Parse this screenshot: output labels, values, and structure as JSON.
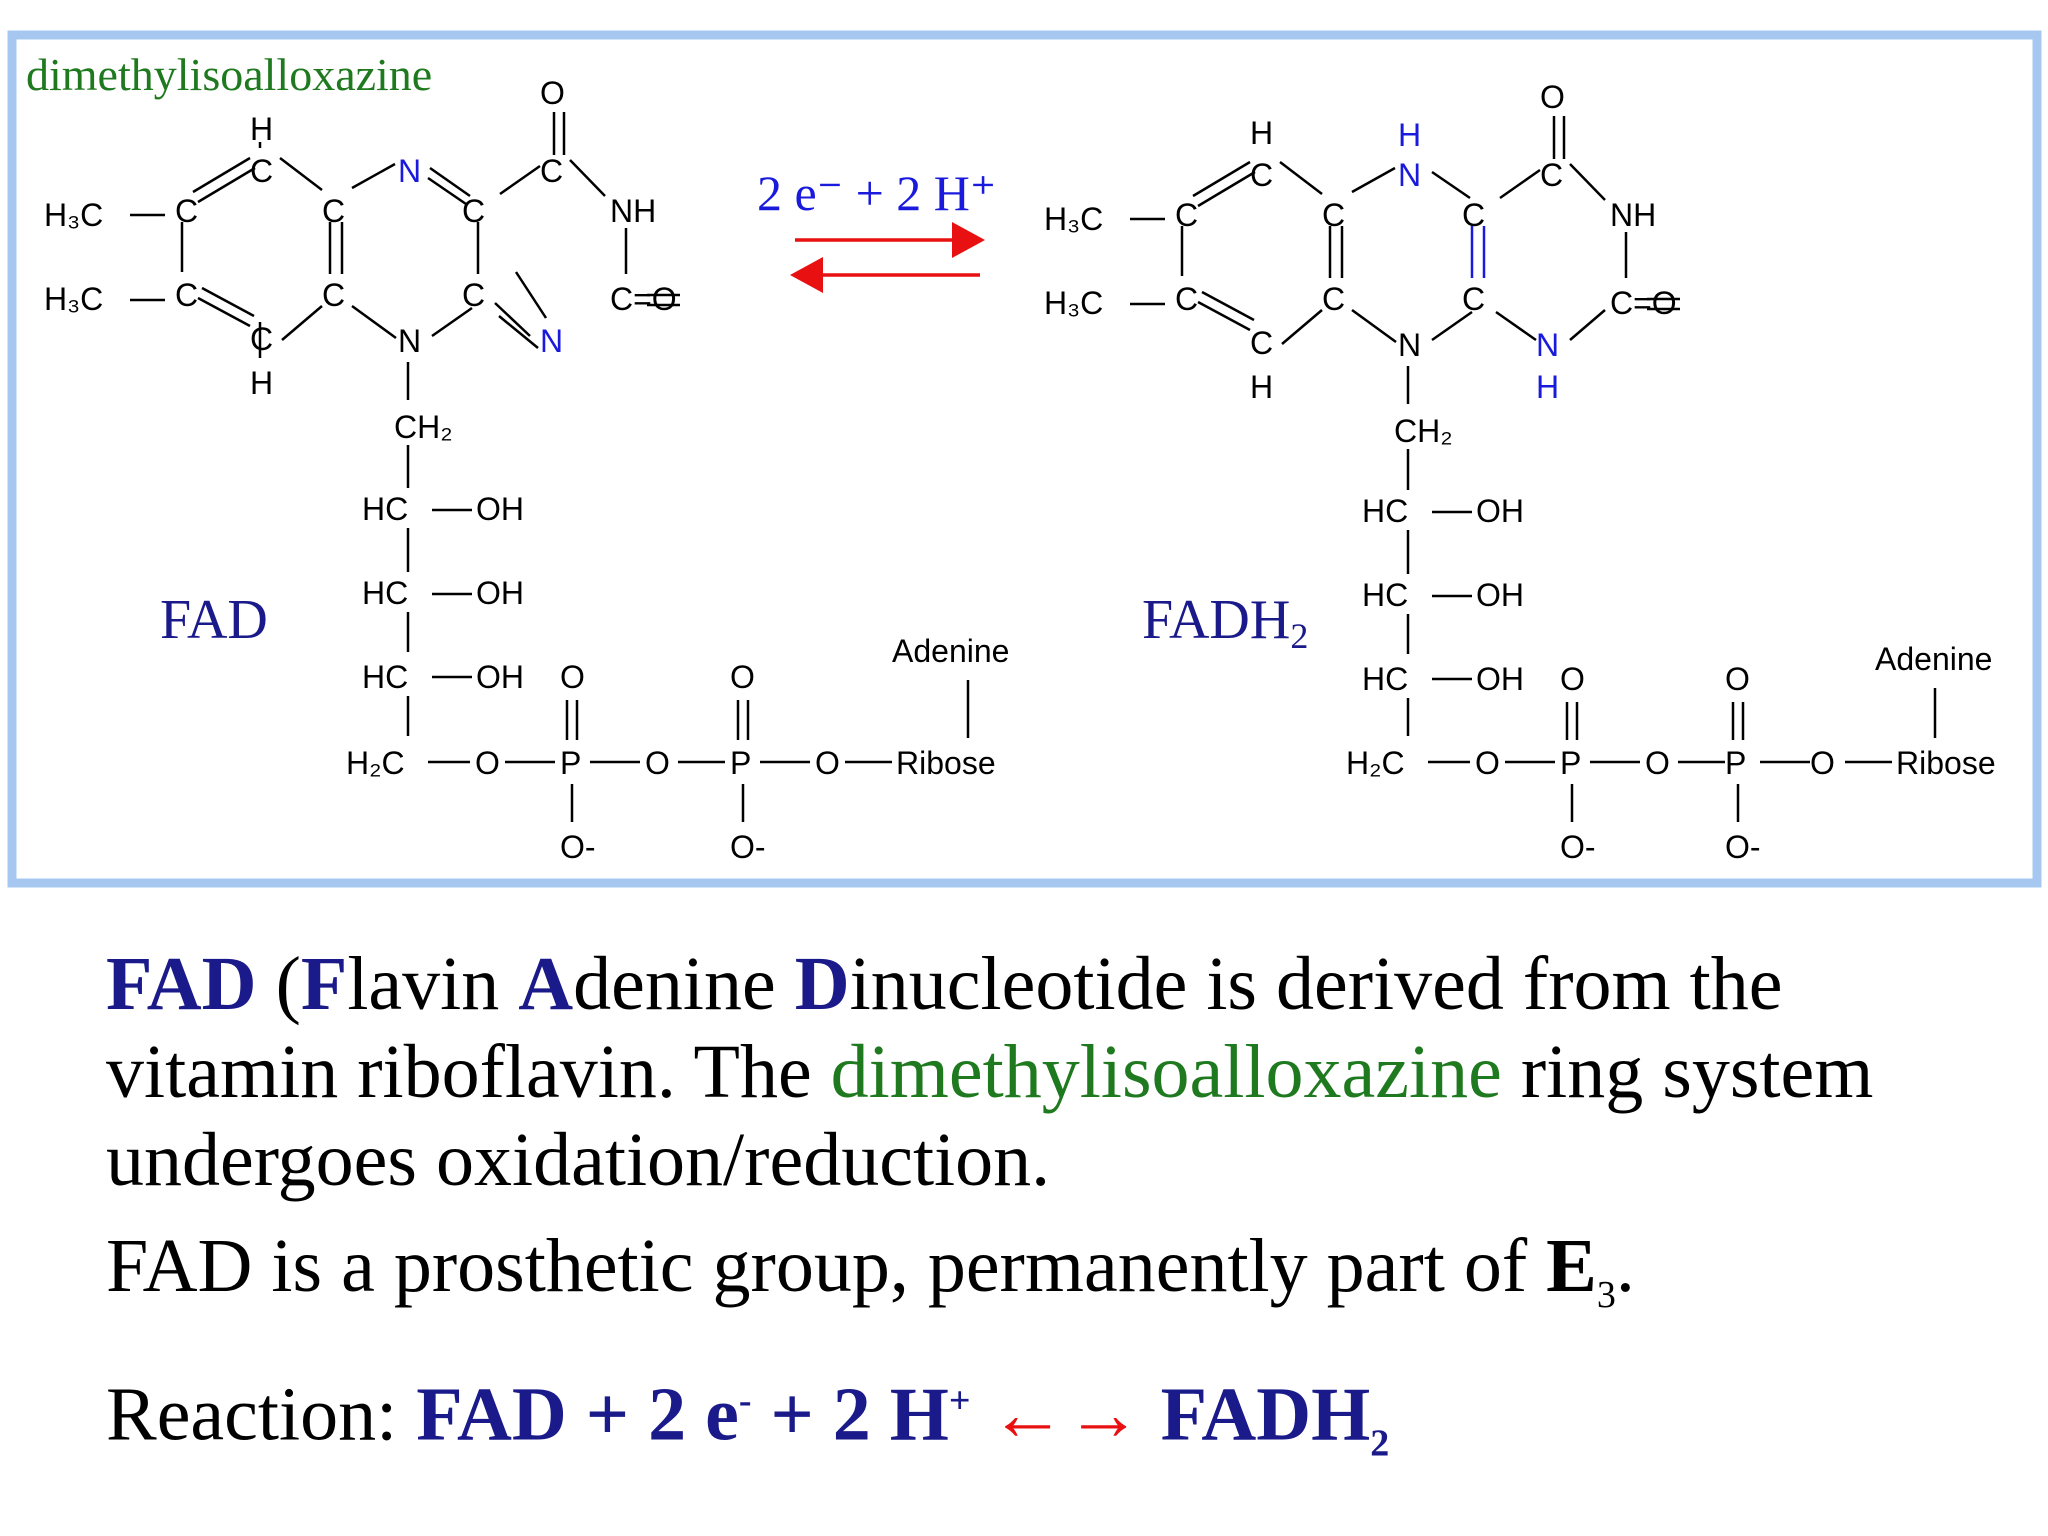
{
  "diagram": {
    "ring_label": "dimethylisoalloxazine",
    "fad_label": "FAD",
    "fadh2_label": "FADH",
    "fadh2_sub": "2",
    "arrow_label": "2 e⁻ + 2 H⁺",
    "adenine": "Adenine",
    "ribose": "Ribose",
    "atoms": {
      "H": "H",
      "C": "C",
      "N": "N",
      "O": "O",
      "NH": "NH",
      "CO": "C=O",
      "H3C": "H₃C",
      "CH2": "CH₂",
      "HC": "HC",
      "OH": "OH",
      "H2C": "H₂C",
      "P": "P",
      "Ominus": "O-"
    }
  },
  "prose": {
    "p1": {
      "w1": "FAD",
      "s1": " (",
      "F": "F",
      "s2": "lavin ",
      "A": "A",
      "s3": "denine ",
      "D": "D",
      "s4": "inucleotide is derived from the vitamin riboflavin. The ",
      "green": "dimethylisoalloxazine",
      "s5": " ring system undergoes oxidation/reduction."
    },
    "p2": {
      "text": "FAD is a prosthetic group, permanently part of ",
      "E": "E",
      "sub": "3",
      "end": "."
    },
    "p3": {
      "label": "Reaction:  ",
      "fad": "FAD + 2 e",
      "sup1": "-",
      "mid": " + 2 H",
      "sup2": "+",
      "arrow": " ←→ ",
      "fadh": "FADH",
      "sub": "2"
    }
  },
  "colors": {
    "border": "#a6c8f0",
    "blue": "#1a1adc",
    "navy": "#1a1a8a",
    "green": "#1f7a1f",
    "red": "#e81010"
  }
}
